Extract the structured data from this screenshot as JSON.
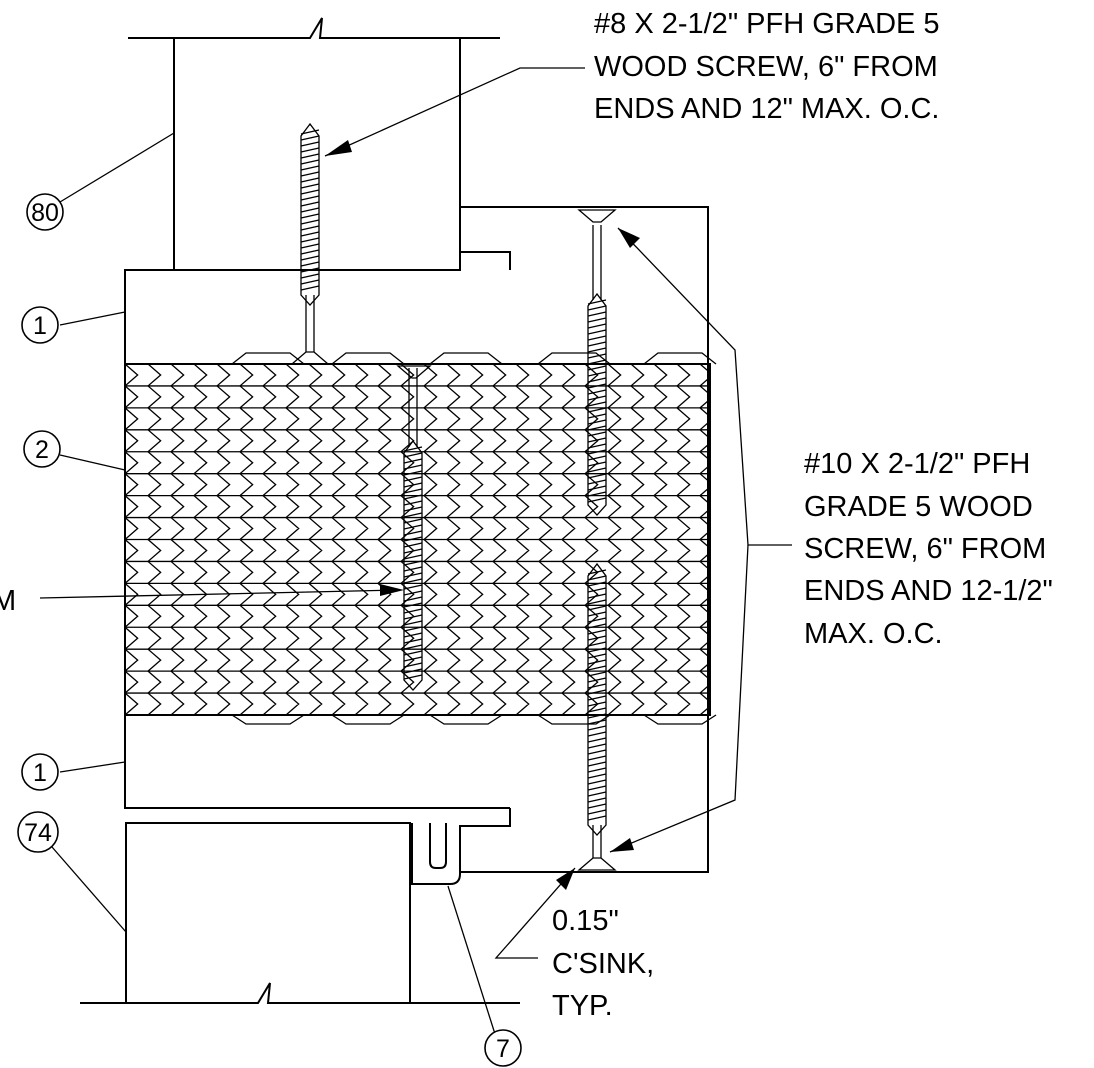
{
  "callouts": {
    "top_screw": [
      "#8 X 2-1/2\" PFH GRADE 5",
      "WOOD SCREW, 6\" FROM",
      "ENDS AND 12\" MAX. O.C."
    ],
    "side_screw": [
      "#10 X 2-1/2\" PFH",
      "GRADE 5 WOOD",
      "SCREW, 6\" FROM",
      "ENDS AND 12-1/2\"",
      "MAX. O.C."
    ],
    "countersink": [
      "0.15\"",
      "C'SINK,",
      "TYP."
    ],
    "left_partial": "M"
  },
  "bubbles": {
    "b80": "80",
    "b1_top": "1",
    "b2": "2",
    "b1_bottom": "1",
    "b74": "74",
    "b7": "7"
  }
}
